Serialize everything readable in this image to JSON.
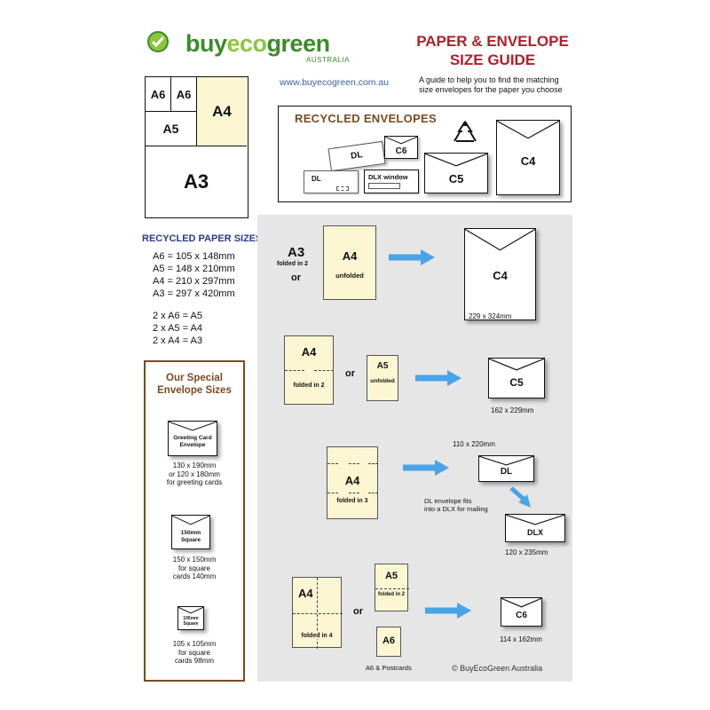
{
  "header": {
    "brand_buy": "buy",
    "brand_eco": "eco",
    "brand_green": "green",
    "brand_sub": "AUSTRALIA",
    "url": "www.buyecogreen.com.au",
    "title_line1": "PAPER & ENVELOPE",
    "title_line2": "SIZE GUIDE",
    "intro_line1": "A guide to help you to find the matching",
    "intro_line2": "size envelopes for the paper you choose",
    "colors": {
      "title_red": "#b0202a",
      "brand_green": "#3b8a2a",
      "brand_lime": "#8cc63f",
      "url_blue": "#3a5fa8",
      "brown": "#7a4a22",
      "navy": "#2b3a8a"
    }
  },
  "paper_diagram": {
    "a6_1": "A6",
    "a6_2": "A6",
    "a5": "A5",
    "a4": "A4",
    "a3": "A3"
  },
  "recycled_envelopes": {
    "heading": "RECYCLED ENVELOPES",
    "dl_top": "DL",
    "c6": "C6",
    "dl_window_plain": "DL",
    "dlx_window": "DLX window",
    "c5": "C5",
    "c4": "C4"
  },
  "paper_sizes": {
    "heading": "RECYCLED PAPER SIZES",
    "lines": [
      "A6 = 105 x 148mm",
      "A5 = 148 x 210mm",
      "A4 = 210 x 297mm",
      "A3 = 297 x 420mm"
    ],
    "combos": [
      "2 x A6 = A5",
      "2 x A5 = A4",
      "2 x A4 = A3"
    ]
  },
  "special": {
    "heading_line1": "Our Special",
    "heading_line2": "Envelope Sizes",
    "greeting_label_line1": "Greeting Card",
    "greeting_label_line2": "Envelope",
    "greeting_size_1": "130 x 190mm",
    "greeting_size_or": "or",
    "greeting_size_2": " 120 x 180mm",
    "greeting_size_3": "for greeting cards",
    "sq150_label_line1": "150mm",
    "sq150_label_line2": "Square",
    "sq150_size_1": "150 x 150mm",
    "sq150_size_2": "for square",
    "sq150_size_3": "cards 140mm",
    "sq105_label_line1": "105mm",
    "sq105_label_line2": "Square",
    "sq105_size_1": "105 x 105mm",
    "sq105_size_2": "for square",
    "sq105_size_3": "cards 98mm"
  },
  "guide": {
    "row1": {
      "a3": "A3",
      "a3_note": "folded in 2",
      "or": "or",
      "a4": "A4",
      "a4_note": "unfolded",
      "env": "C4",
      "env_size": "229 x 324mm"
    },
    "row2": {
      "a4": "A4",
      "a4_note": "folded in 2",
      "or": "or",
      "a5": "A5",
      "a5_note": "unfolded",
      "env": "C5",
      "env_size": "162 x 229mm"
    },
    "row3": {
      "a4": "A4",
      "a4_note": "folded in 3",
      "dl_size": "110 x 220mm",
      "dl": "DL",
      "fit_note_1": "DL envelope fits",
      "fit_note_2": "into a DLX for mailing",
      "dlx": "DLX",
      "dlx_size": "120 x 235mm"
    },
    "row4": {
      "a4": "A4",
      "a4_note": "folded in 4",
      "or": "or",
      "a5": "A5",
      "a5_note": "folded in 2",
      "a6": "A6",
      "a6_note": "A6 & Postcards",
      "env": "C6",
      "env_size": "114 x 162mm"
    },
    "copyright": "© BuyEcoGreen Australia"
  }
}
